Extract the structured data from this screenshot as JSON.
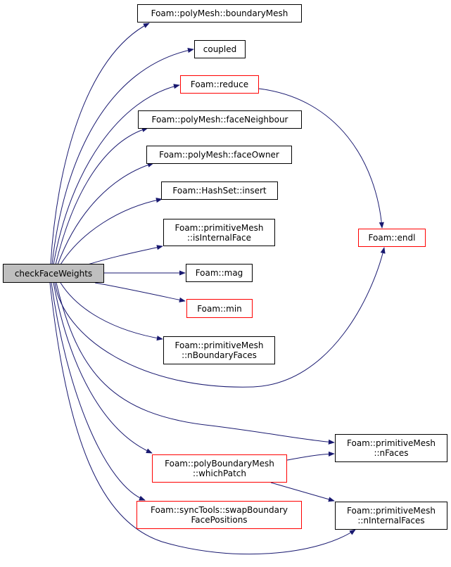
{
  "colors": {
    "edge": "#191970",
    "border_default": "#000000",
    "border_incomplete": "#ff0000",
    "root_fill": "#bfbfbf"
  },
  "nodes": {
    "root": {
      "line1": "checkFaceWeights",
      "line2": ""
    },
    "boundaryMesh": {
      "line1": "Foam::polyMesh::boundaryMesh",
      "line2": ""
    },
    "coupled": {
      "line1": "coupled",
      "line2": ""
    },
    "reduce": {
      "line1": "Foam::reduce",
      "line2": ""
    },
    "faceNeighbour": {
      "line1": "Foam::polyMesh::faceNeighbour",
      "line2": ""
    },
    "faceOwner": {
      "line1": "Foam::polyMesh::faceOwner",
      "line2": ""
    },
    "insert": {
      "line1": "Foam::HashSet::insert",
      "line2": ""
    },
    "isInternalFace": {
      "line1": "Foam::primitiveMesh",
      "line2": "::isInternalFace"
    },
    "mag": {
      "line1": "Foam::mag",
      "line2": ""
    },
    "min": {
      "line1": "Foam::min",
      "line2": ""
    },
    "nBoundaryFaces": {
      "line1": "Foam::primitiveMesh",
      "line2": "::nBoundaryFaces"
    },
    "endl": {
      "line1": "Foam::endl",
      "line2": ""
    },
    "nFaces": {
      "line1": "Foam::primitiveMesh",
      "line2": "::nFaces"
    },
    "whichPatch": {
      "line1": "Foam::polyBoundaryMesh",
      "line2": "::whichPatch"
    },
    "swapBoundary": {
      "line1": "Foam::syncTools::swapBoundary",
      "line2": "FacePositions"
    },
    "nInternalFaces": {
      "line1": "Foam::primitiveMesh",
      "line2": "::nInternalFaces"
    }
  }
}
